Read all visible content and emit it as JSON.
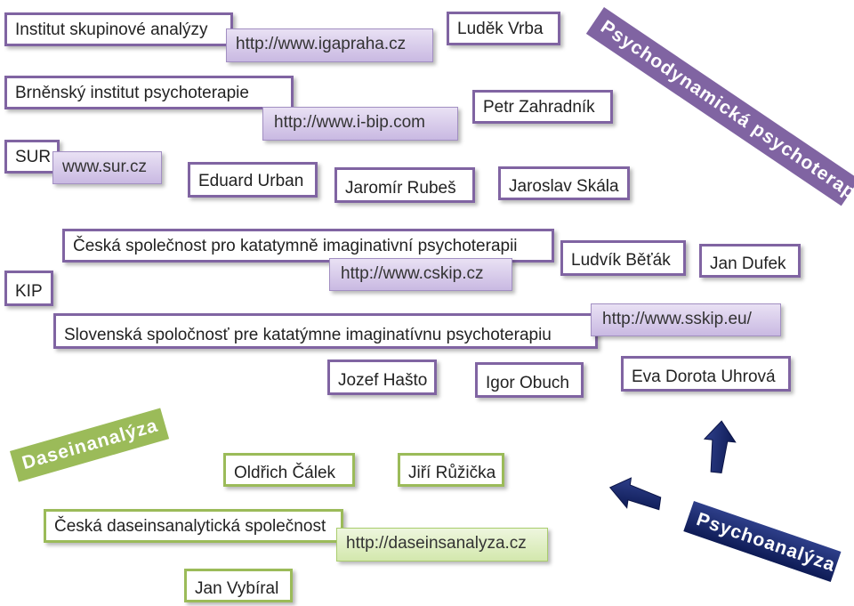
{
  "banners": {
    "psychodynamic": "Psychodynamická psychoterapie",
    "daseinanalysis": "Daseinanalýza",
    "psychoanalysis": "Psychoanalýza"
  },
  "psychodynamic_group": {
    "igap_name": "Institut skupinové analýzy",
    "igap_url": "http://www.igapraha.cz",
    "bip_name": "Brněnský institut psychoterapie",
    "bip_url": "http://www.i-bip.com",
    "sur_name": "SUR",
    "sur_url": "www.sur.cz",
    "people": [
      "Luděk Vrba",
      "Petr Zahradník",
      "Eduard Urban",
      "Jaromír Rubeš",
      "Jaroslav Skála"
    ]
  },
  "kip_group": {
    "kip": "KIP",
    "czech_society": "Česká společnost pro katatymně imaginativní psychoterapii",
    "czech_url": "http://www.cskip.cz",
    "slovak_society": "Slovenská spoločnosť pre katatýmne imaginatívnu psychoterapiu",
    "slovak_url": "http://www.sskip.eu/",
    "people": [
      "Ludvík Běťák",
      "Jan Dufek",
      "Jozef Hašto",
      "Igor Obuch",
      "Eva Dorota Uhrová"
    ]
  },
  "dasein_group": {
    "society": "Česká daseinsanalytická společnost",
    "url": "http://daseinsanalyza.cz",
    "people": [
      "Oldřich Čálek",
      "Jiří Růžička",
      "Jan Vybíral"
    ]
  },
  "colors": {
    "psychodynamic": "#8064a2",
    "daseinanalysis": "#9bbb59",
    "psychoanalysis": "#1f2f74"
  },
  "icons": [
    "arrow-left-icon",
    "arrow-up-icon"
  ]
}
